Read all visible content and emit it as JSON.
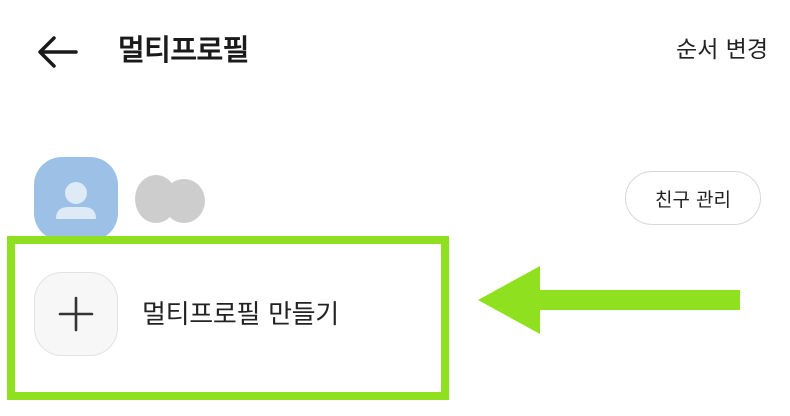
{
  "header": {
    "title": "멀티프로필",
    "order_change": "순서 변경",
    "back_icon": "arrow-left-icon"
  },
  "profile": {
    "avatar_icon": "person-icon",
    "avatar_color": "#9cc0e6",
    "friend_manage": "친구 관리"
  },
  "create": {
    "plus_icon": "plus-icon",
    "label": "멀티프로필 만들기"
  },
  "annotation": {
    "highlight_color": "#8fe01f",
    "arrow_icon": "arrow-left-icon"
  }
}
